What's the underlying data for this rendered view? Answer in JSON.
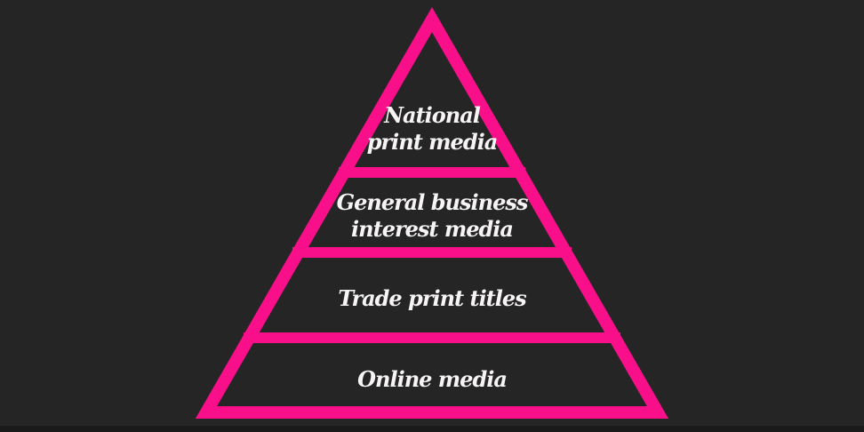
{
  "diagram": {
    "type": "pyramid",
    "tier_count": 4,
    "tiers": [
      {
        "id": "national-print-media",
        "lines": [
          "National",
          "print media"
        ]
      },
      {
        "id": "general-business-interest-media",
        "lines": [
          "General business",
          "interest media"
        ]
      },
      {
        "id": "trade-print-titles",
        "lines": [
          "Trade print titles"
        ]
      },
      {
        "id": "online-media",
        "lines": [
          "Online media"
        ]
      }
    ]
  },
  "colors": {
    "background": "#262525",
    "pyramid_outline": "#fa0f8a",
    "text": "#f6f4f5"
  }
}
